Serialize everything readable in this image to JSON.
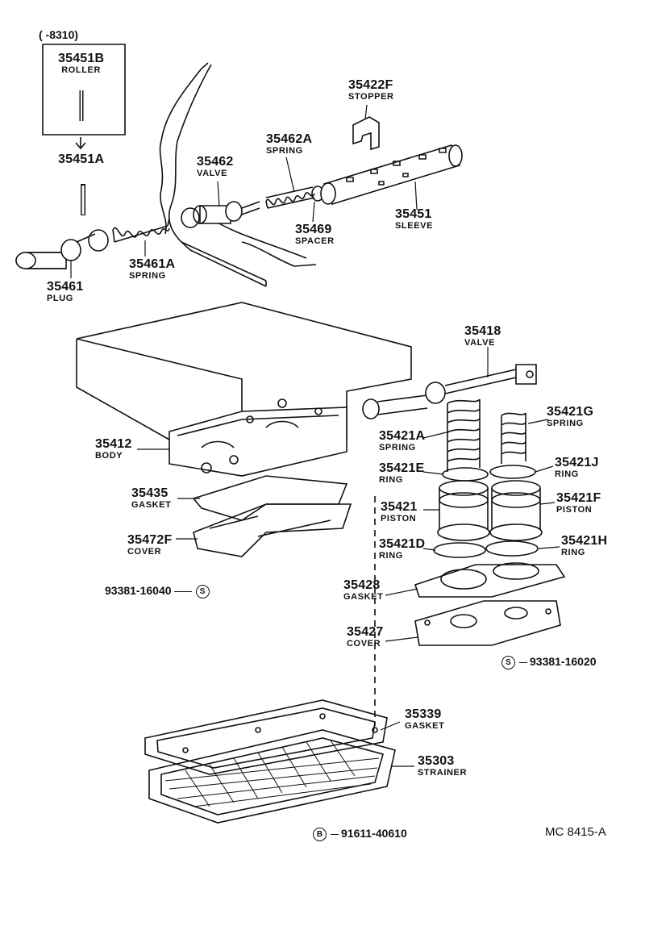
{
  "header": {
    "date_range": "(      -8310)"
  },
  "parts": {
    "p35451B": {
      "number": "35451B",
      "name": "ROLLER"
    },
    "p35451A": {
      "number": "35451A",
      "name": ""
    },
    "p35422F": {
      "number": "35422F",
      "name": "STOPPER"
    },
    "p35462A": {
      "number": "35462A",
      "name": "SPRING"
    },
    "p35462": {
      "number": "35462",
      "name": "VALVE"
    },
    "p35451": {
      "number": "35451",
      "name": "SLEEVE"
    },
    "p35469": {
      "number": "35469",
      "name": "SPACER"
    },
    "p35461A": {
      "number": "35461A",
      "name": "SPRING"
    },
    "p35461": {
      "number": "35461",
      "name": "PLUG"
    },
    "p35418": {
      "number": "35418",
      "name": "VALVE"
    },
    "p35421G": {
      "number": "35421G",
      "name": "SPRING"
    },
    "p35412": {
      "number": "35412",
      "name": "BODY"
    },
    "p35421A": {
      "number": "35421A",
      "name": "SPRING"
    },
    "p35421E": {
      "number": "35421E",
      "name": "RING"
    },
    "p35421J": {
      "number": "35421J",
      "name": "RING"
    },
    "p35435": {
      "number": "35435",
      "name": "GASKET"
    },
    "p35421": {
      "number": "35421",
      "name": "PISTON"
    },
    "p35421F": {
      "number": "35421F",
      "name": "PISTON"
    },
    "p35472F": {
      "number": "35472F",
      "name": "COVER"
    },
    "p35421D": {
      "number": "35421D",
      "name": "RING"
    },
    "p35421H": {
      "number": "35421H",
      "name": "RING"
    },
    "p35428": {
      "number": "35428",
      "name": "GASKET"
    },
    "p35427": {
      "number": "35427",
      "name": "COVER"
    },
    "p35339": {
      "number": "35339",
      "name": "GASKET"
    },
    "p35303": {
      "number": "35303",
      "name": "STRAINER"
    }
  },
  "bolts": {
    "b1": {
      "number": "93381-16040",
      "symbol": "S"
    },
    "b2": {
      "number": "93381-16020",
      "symbol": "S"
    },
    "b3": {
      "number": "91611-40610",
      "symbol": "B"
    }
  },
  "footer": {
    "code": "MC 8415-A"
  }
}
